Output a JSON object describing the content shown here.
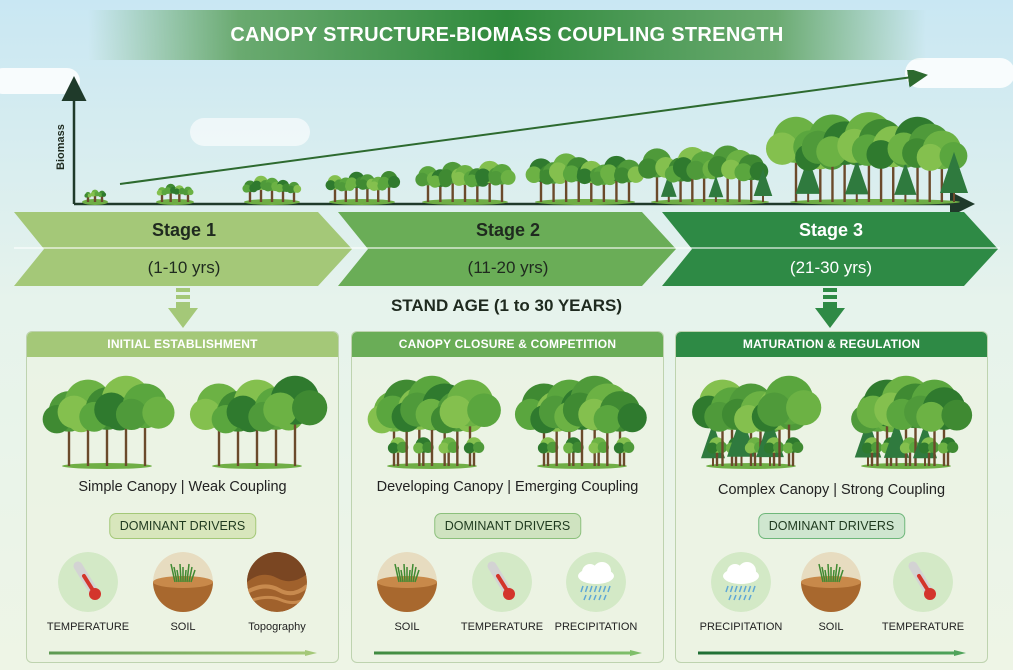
{
  "title": "CANOPY STRUCTURE-BIOMASS COUPLING STRENGTH",
  "chart": {
    "y_axis_label": "Biomass"
  },
  "stages": [
    {
      "name": "Stage 1",
      "years": "(1-10 yrs)",
      "color": "#a4c878"
    },
    {
      "name": "Stage 2",
      "years": "(11-20 yrs)",
      "color": "#6aad57"
    },
    {
      "name": "Stage 3",
      "years": "(21-30 yrs)",
      "color": "#2e8a45"
    }
  ],
  "axis_label": "STAND AGE (1 to 30 YEARS)",
  "panels": [
    {
      "header": "INITIAL ESTABLISHMENT",
      "subtitle": "Simple Canopy | Weak Coupling",
      "drivers_label": "DOMINANT DRIVERS",
      "header_color": "#a4c878",
      "drivers": [
        {
          "label": "TEMPERATURE",
          "icon": "thermometer-icon"
        },
        {
          "label": "SOIL",
          "icon": "soil-icon"
        },
        {
          "label": "Topography",
          "icon": "topography-icon"
        }
      ]
    },
    {
      "header": "CANOPY CLOSURE & COMPETITION",
      "subtitle": "Developing Canopy | Emerging Coupling",
      "drivers_label": "DOMINANT DRIVERS",
      "header_color": "#6aad57",
      "drivers": [
        {
          "label": "SOIL",
          "icon": "soil-icon"
        },
        {
          "label": "TEMPERATURE",
          "icon": "thermometer-icon"
        },
        {
          "label": "PRECIPITATION",
          "icon": "rain-cloud-icon"
        }
      ]
    },
    {
      "header": "MATURATION & REGULATION",
      "subtitle": "Complex Canopy | Strong Coupling",
      "drivers_label": "DOMINANT DRIVERS",
      "header_color": "#2e8a45",
      "drivers": [
        {
          "label": "PRECIPITATION",
          "icon": "rain-cloud-icon"
        },
        {
          "label": "SOIL",
          "icon": "soil-icon"
        },
        {
          "label": "TEMPERATURE",
          "icon": "thermometer-icon"
        }
      ]
    }
  ]
}
